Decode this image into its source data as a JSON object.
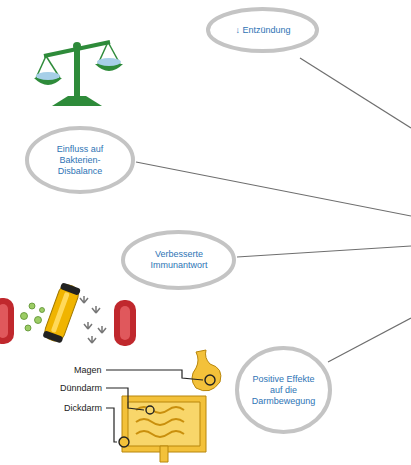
{
  "diagram": {
    "nodes": [
      {
        "text": [
          "↓ Entzündung"
        ]
      },
      {
        "text": [
          "Einfluss auf Bakterien-Disbalance"
        ]
      },
      {
        "text": [
          "Verbesserte Immunantwort"
        ]
      },
      {
        "text": [
          "Positive Effekte auf die Darmbewegung"
        ]
      }
    ],
    "labels": [
      "Magen",
      "Dünndarm",
      "Dickdarm"
    ]
  }
}
